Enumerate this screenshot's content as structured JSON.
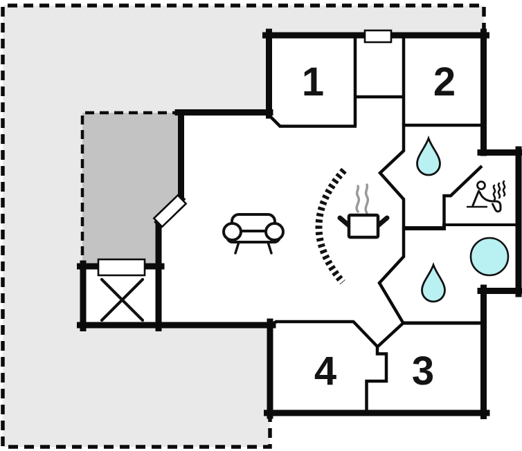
{
  "plan": {
    "rooms": [
      {
        "label": "1"
      },
      {
        "label": "2"
      },
      {
        "label": "3"
      },
      {
        "label": "4"
      }
    ],
    "colors": {
      "terrace_light": "#e9e9e9",
      "terrace_dark": "#c3c3c3",
      "water": "#b9f0f1",
      "wall": "#0b0b0b",
      "steam_gray": "#999999"
    },
    "icons": {
      "bathroom_top": "water-drop-icon",
      "bathroom_bottom": "water-drop-icon",
      "hot_tub": "hot-tub-circle-icon",
      "sauna": "sauna-person-steam-icon",
      "living": "sofa-icon",
      "kitchen": "steaming-pot-icon",
      "storage": "cross-icon",
      "divider": "dashed-arc-divider",
      "doors": "door-window-symbols"
    }
  }
}
